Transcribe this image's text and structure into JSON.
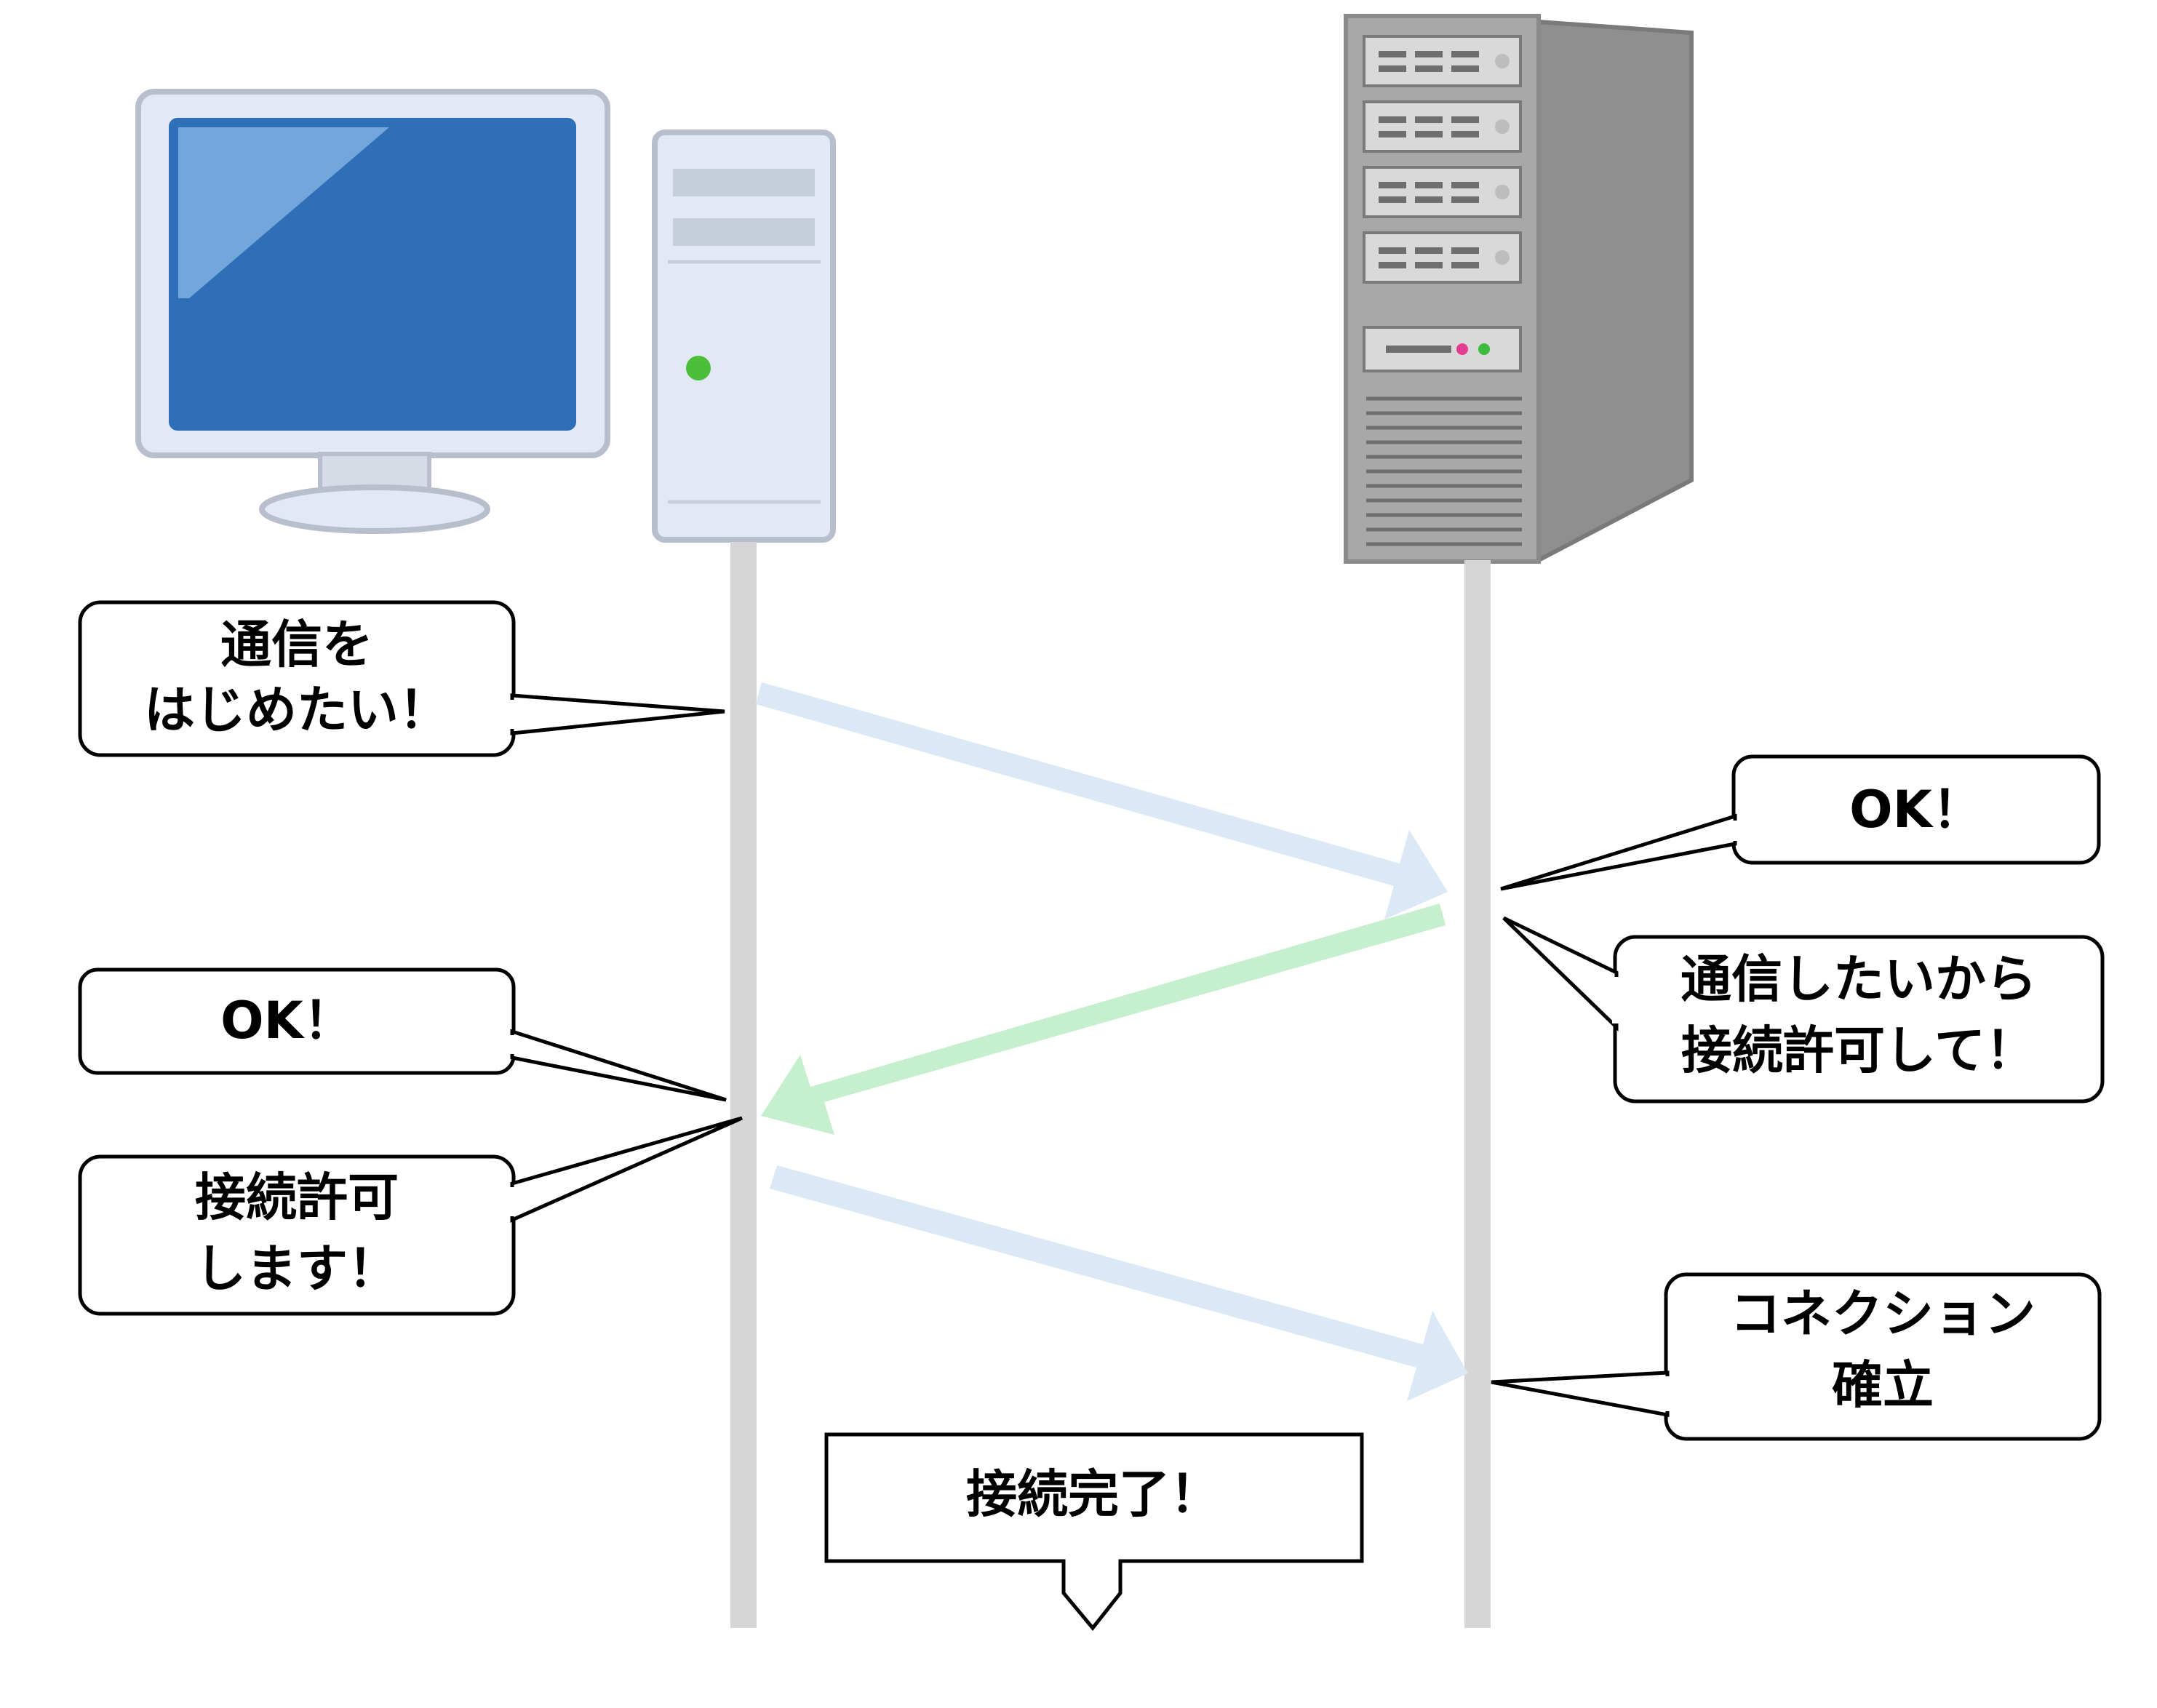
{
  "colors": {
    "lifeline": "#d6d6d6",
    "request_arrow": "#dbe8f6",
    "response_arrow": "#c6efcd",
    "monitor_screen": "#2f6fb7",
    "pc_body": "#e3e8f5",
    "server_body": "#8f8f8f"
  },
  "icons": {
    "client": "desktop-computer-icon",
    "server": "server-tower-icon"
  },
  "bubbles": {
    "client_start": {
      "line1": "通信を",
      "line2": "はじめたい！"
    },
    "server_ok": {
      "line1": "OK！"
    },
    "server_request": {
      "line1": "通信したいから",
      "line2": "接続許可して！"
    },
    "client_ok": {
      "line1": "OK！"
    },
    "client_permit": {
      "line1": "接続許可",
      "line2": "します！"
    },
    "server_established": {
      "line1": "コネクション",
      "line2": "確立"
    }
  },
  "footer": {
    "label": "接続完了！"
  }
}
